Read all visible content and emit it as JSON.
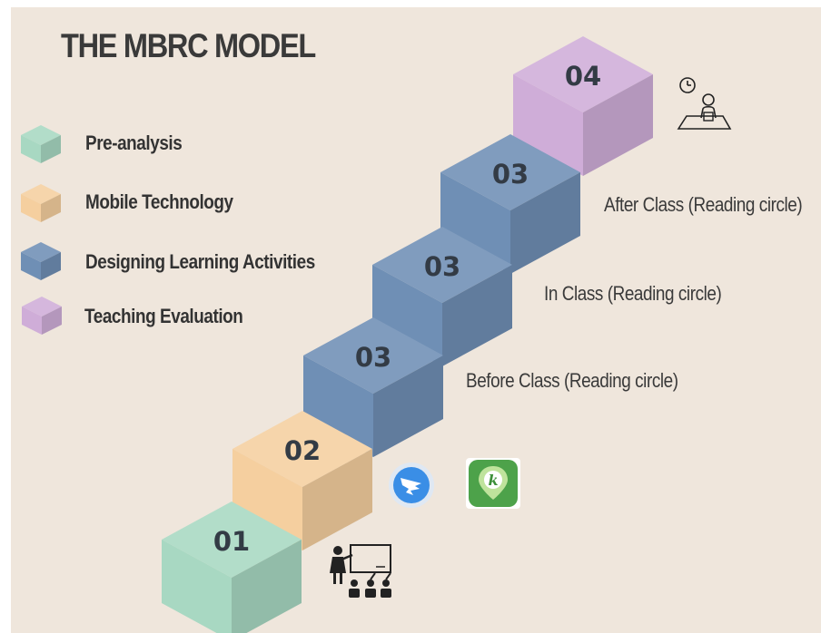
{
  "title": "THE MBRC MODEL",
  "colors": {
    "background": "#efe6dc",
    "pre_analysis": "#a8d8c2",
    "mobile_technology": "#f5cf9f",
    "designing_learning_activities": "#6f8fb5",
    "teaching_evaluation": "#cfadd8"
  },
  "legend": [
    {
      "label": "Pre-analysis",
      "color_key": "pre_analysis"
    },
    {
      "label": "Mobile Technology",
      "color_key": "mobile_technology"
    },
    {
      "label": "Designing Learning Activities",
      "color_key": "designing_learning_activities"
    },
    {
      "label": "Teaching Evaluation",
      "color_key": "teaching_evaluation"
    }
  ],
  "steps": [
    {
      "number": "01",
      "color_key": "pre_analysis"
    },
    {
      "number": "02",
      "color_key": "mobile_technology"
    },
    {
      "number": "03",
      "color_key": "designing_learning_activities"
    },
    {
      "number": "03",
      "color_key": "designing_learning_activities"
    },
    {
      "number": "03",
      "color_key": "designing_learning_activities"
    },
    {
      "number": "04",
      "color_key": "teaching_evaluation"
    }
  ],
  "phase_labels": {
    "before_class": "Before Class (Reading circle)",
    "in_class": "In Class (Reading circle)",
    "after_class": "After Class (Reading circle)"
  },
  "icons": [
    "teacher-classroom-icon",
    "dingtalk-app-icon",
    "k-app-icon",
    "exam-clock-icon"
  ]
}
